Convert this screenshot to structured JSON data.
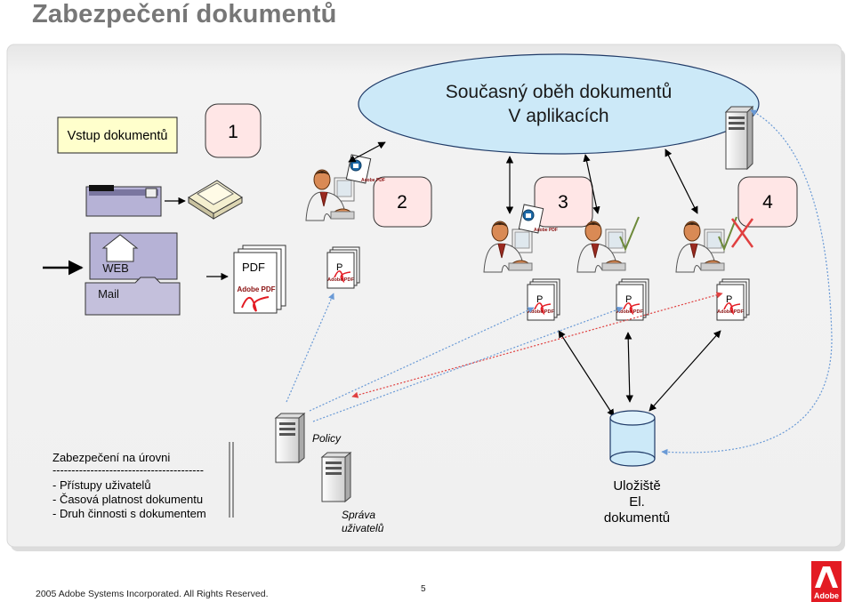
{
  "title": "Zabezpečení dokumentů",
  "labels": {
    "vstup": "Vstup dokumentů",
    "step1": "1",
    "step2": "2",
    "step3": "3",
    "step4": "4",
    "cloud_line1": "Současný oběh dokumentů",
    "cloud_line2": "V aplikacích",
    "web": "WEB",
    "mail": "Mail",
    "pdf": "PDF",
    "p": "P",
    "adobe_pdf": "Adobe PDF",
    "policy": "Policy",
    "sprava_line1": "Správa",
    "sprava_line2": "uživatelů",
    "storage_line1": "Uložiště",
    "storage_line2": "El.",
    "storage_line3": "dokumentů"
  },
  "security_box": {
    "heading": "Zabezpečení na úrovni",
    "separator": "----------------------------------------",
    "items": [
      "- Přístupy uživatelů",
      "- Časová platnost dokumentu",
      "- Druh činnosti s dokumentem"
    ]
  },
  "footer": {
    "copyright": "2005 Adobe Systems Incorporated.  All Rights Reserved.",
    "page": "5",
    "logo_text": "Adobe"
  },
  "colors": {
    "title_gray": "#777777",
    "cloud_fill": "#cce9f8",
    "box_yellow": "#ffffcc",
    "box_pink": "#ffe6e6",
    "panel_gray": "#ededed",
    "blue_dotted": "#6a9ad6",
    "red_dotted": "#e04040",
    "adobe_red": "#e31b23",
    "person_skin": "#d98a55",
    "folder_purple": "#b6b2d6"
  }
}
